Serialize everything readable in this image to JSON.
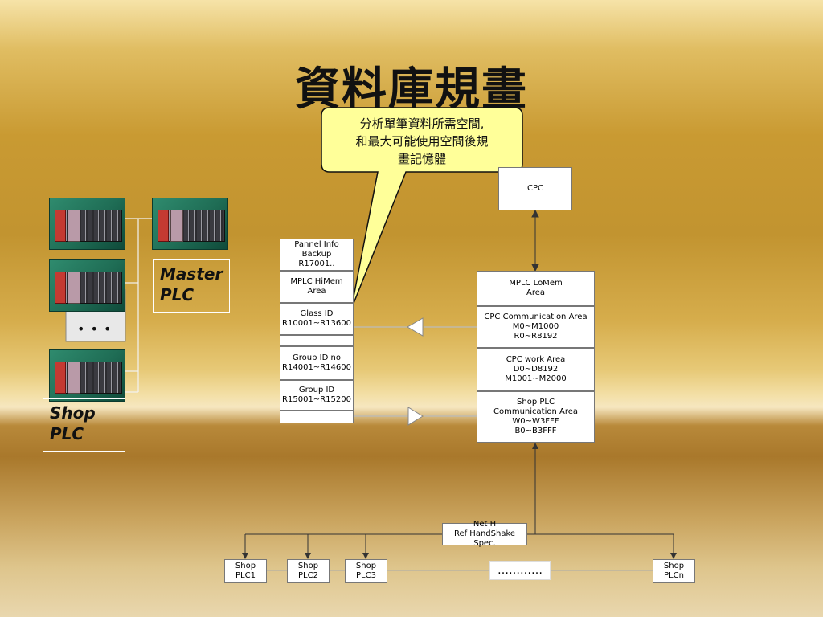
{
  "title": "資料庫規畫",
  "callout": "分析單筆資料所需空間,\n和最大可能使用空間後規\n畫記憶體",
  "left_labels": {
    "master": "Master\nPLC",
    "shop": "Shop\nPLC",
    "ellipsis": "• • •"
  },
  "middle_column": [
    "Pannel Info\nBackup\nR17001..",
    "MPLC HiMem\nArea",
    "Glass ID\nR10001~R13600",
    "",
    "Group ID no\nR14001~R14600",
    "Group ID\nR15001~R15200",
    ""
  ],
  "right_column": {
    "cpc": "CPC",
    "lomem": "MPLC LoMem\nArea",
    "cpc_comm": "CPC Communication Area\nM0~M1000\nR0~R8192",
    "cpc_work": "CPC work Area\nD0~D8192\nM1001~M2000",
    "shop_comm": "Shop PLC\nCommunication Area\nW0~W3FFF\nB0~B3FFF"
  },
  "network": {
    "label": "Net H\nRef HandShake Spec.",
    "dots": "…………",
    "shops": [
      "Shop\nPLC1",
      "Shop\nPLC2",
      "Shop\nPLC3",
      "Shop\nPLCn"
    ]
  }
}
